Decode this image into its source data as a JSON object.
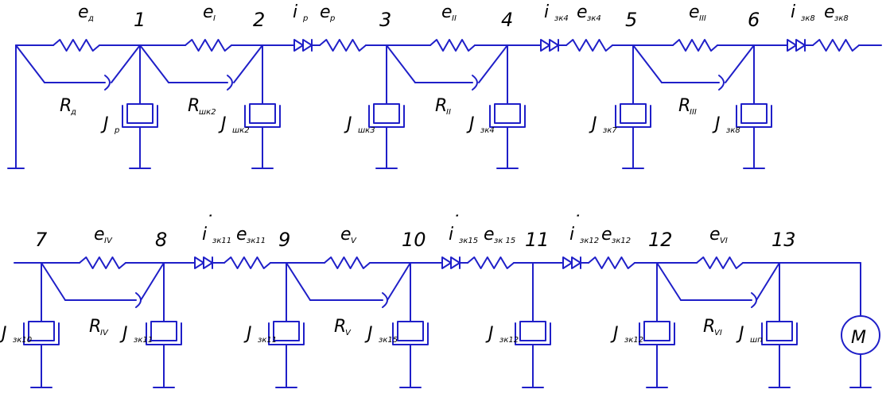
{
  "diagram": {
    "nodes": [
      "1",
      "2",
      "3",
      "4",
      "5",
      "6",
      "7",
      "8",
      "9",
      "10",
      "11",
      "12",
      "13"
    ],
    "labels": {
      "e_d": {
        "main": "e",
        "sub": "д"
      },
      "e_1": {
        "main": "e",
        "sub": "I"
      },
      "i_r": {
        "main": "i",
        "sub": "р"
      },
      "e_r": {
        "main": "e",
        "sub": "р"
      },
      "e_2": {
        "main": "e",
        "sub": "II"
      },
      "i_zk4": {
        "main": "i",
        "sub": "зк4"
      },
      "e_zk4": {
        "main": "e",
        "sub": "зк4"
      },
      "e_3": {
        "main": "e",
        "sub": "III"
      },
      "i_zk8": {
        "main": "i",
        "sub": "зк8"
      },
      "e_zk8": {
        "main": "e",
        "sub": "зк8"
      },
      "R_d": {
        "main": "R",
        "sub": "д"
      },
      "J_r": {
        "main": "J",
        "sub": "р"
      },
      "R_shk2": {
        "main": "R",
        "sub": "шк2"
      },
      "J_shk2": {
        "main": "J",
        "sub": "шк2"
      },
      "J_shk3": {
        "main": "J",
        "sub": "шк3"
      },
      "R_2": {
        "main": "R",
        "sub": "II"
      },
      "J_zk4": {
        "main": "J",
        "sub": "зк4"
      },
      "J_zk7": {
        "main": "J",
        "sub": "зк7"
      },
      "R_3": {
        "main": "R",
        "sub": "III"
      },
      "J_zk8": {
        "main": "J",
        "sub": "зк8"
      },
      "e_4": {
        "main": "e",
        "sub": "IV"
      },
      "i_zk11": {
        "main": "i",
        "sub": "зк11"
      },
      "e_zk11": {
        "main": "e",
        "sub": "зк11"
      },
      "e_5": {
        "main": "e",
        "sub": "V"
      },
      "i_zk15": {
        "main": "i",
        "sub": "зк15"
      },
      "e_zk15": {
        "main": "e",
        "sub": "зк 15"
      },
      "i_zk12": {
        "main": "i",
        "sub": "зк12"
      },
      "e_zk12": {
        "main": "e",
        "sub": "зк12"
      },
      "e_6": {
        "main": "e",
        "sub": "VI"
      },
      "J_zk10": {
        "main": "J",
        "sub": "зк10"
      },
      "R_4": {
        "main": "R",
        "sub": "IV"
      },
      "J_zk11a": {
        "main": "J",
        "sub": "зк11"
      },
      "J_zk11b": {
        "main": "J",
        "sub": "зк11"
      },
      "R_5": {
        "main": "R",
        "sub": "V"
      },
      "J_zk15": {
        "main": "J",
        "sub": "зк15"
      },
      "J_zk12a": {
        "main": "J",
        "sub": "зк12"
      },
      "J_zk12b": {
        "main": "J",
        "sub": "зк12"
      },
      "R_6": {
        "main": "R",
        "sub": "VI"
      },
      "J_shp": {
        "main": "J",
        "sub": "шп"
      },
      "motor": "M"
    },
    "colors": {
      "wire": "#1f1fc8",
      "text": "#000000"
    }
  }
}
